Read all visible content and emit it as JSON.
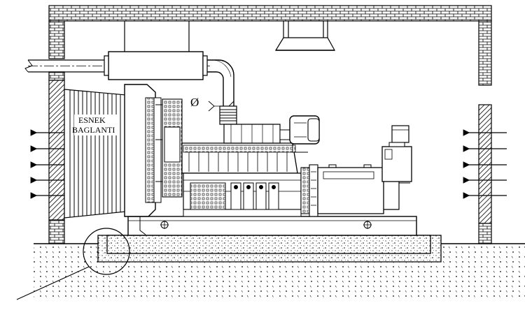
{
  "labels": {
    "flex_connection_line1": "ESNEK",
    "flex_connection_line2": "BAGLANTI",
    "diameter_symbol": "Ø"
  },
  "airflow": {
    "inlet_arrow_count": 5,
    "outlet_arrow_count": 5
  },
  "colors": {
    "line": "#000000",
    "background": "#ffffff"
  }
}
